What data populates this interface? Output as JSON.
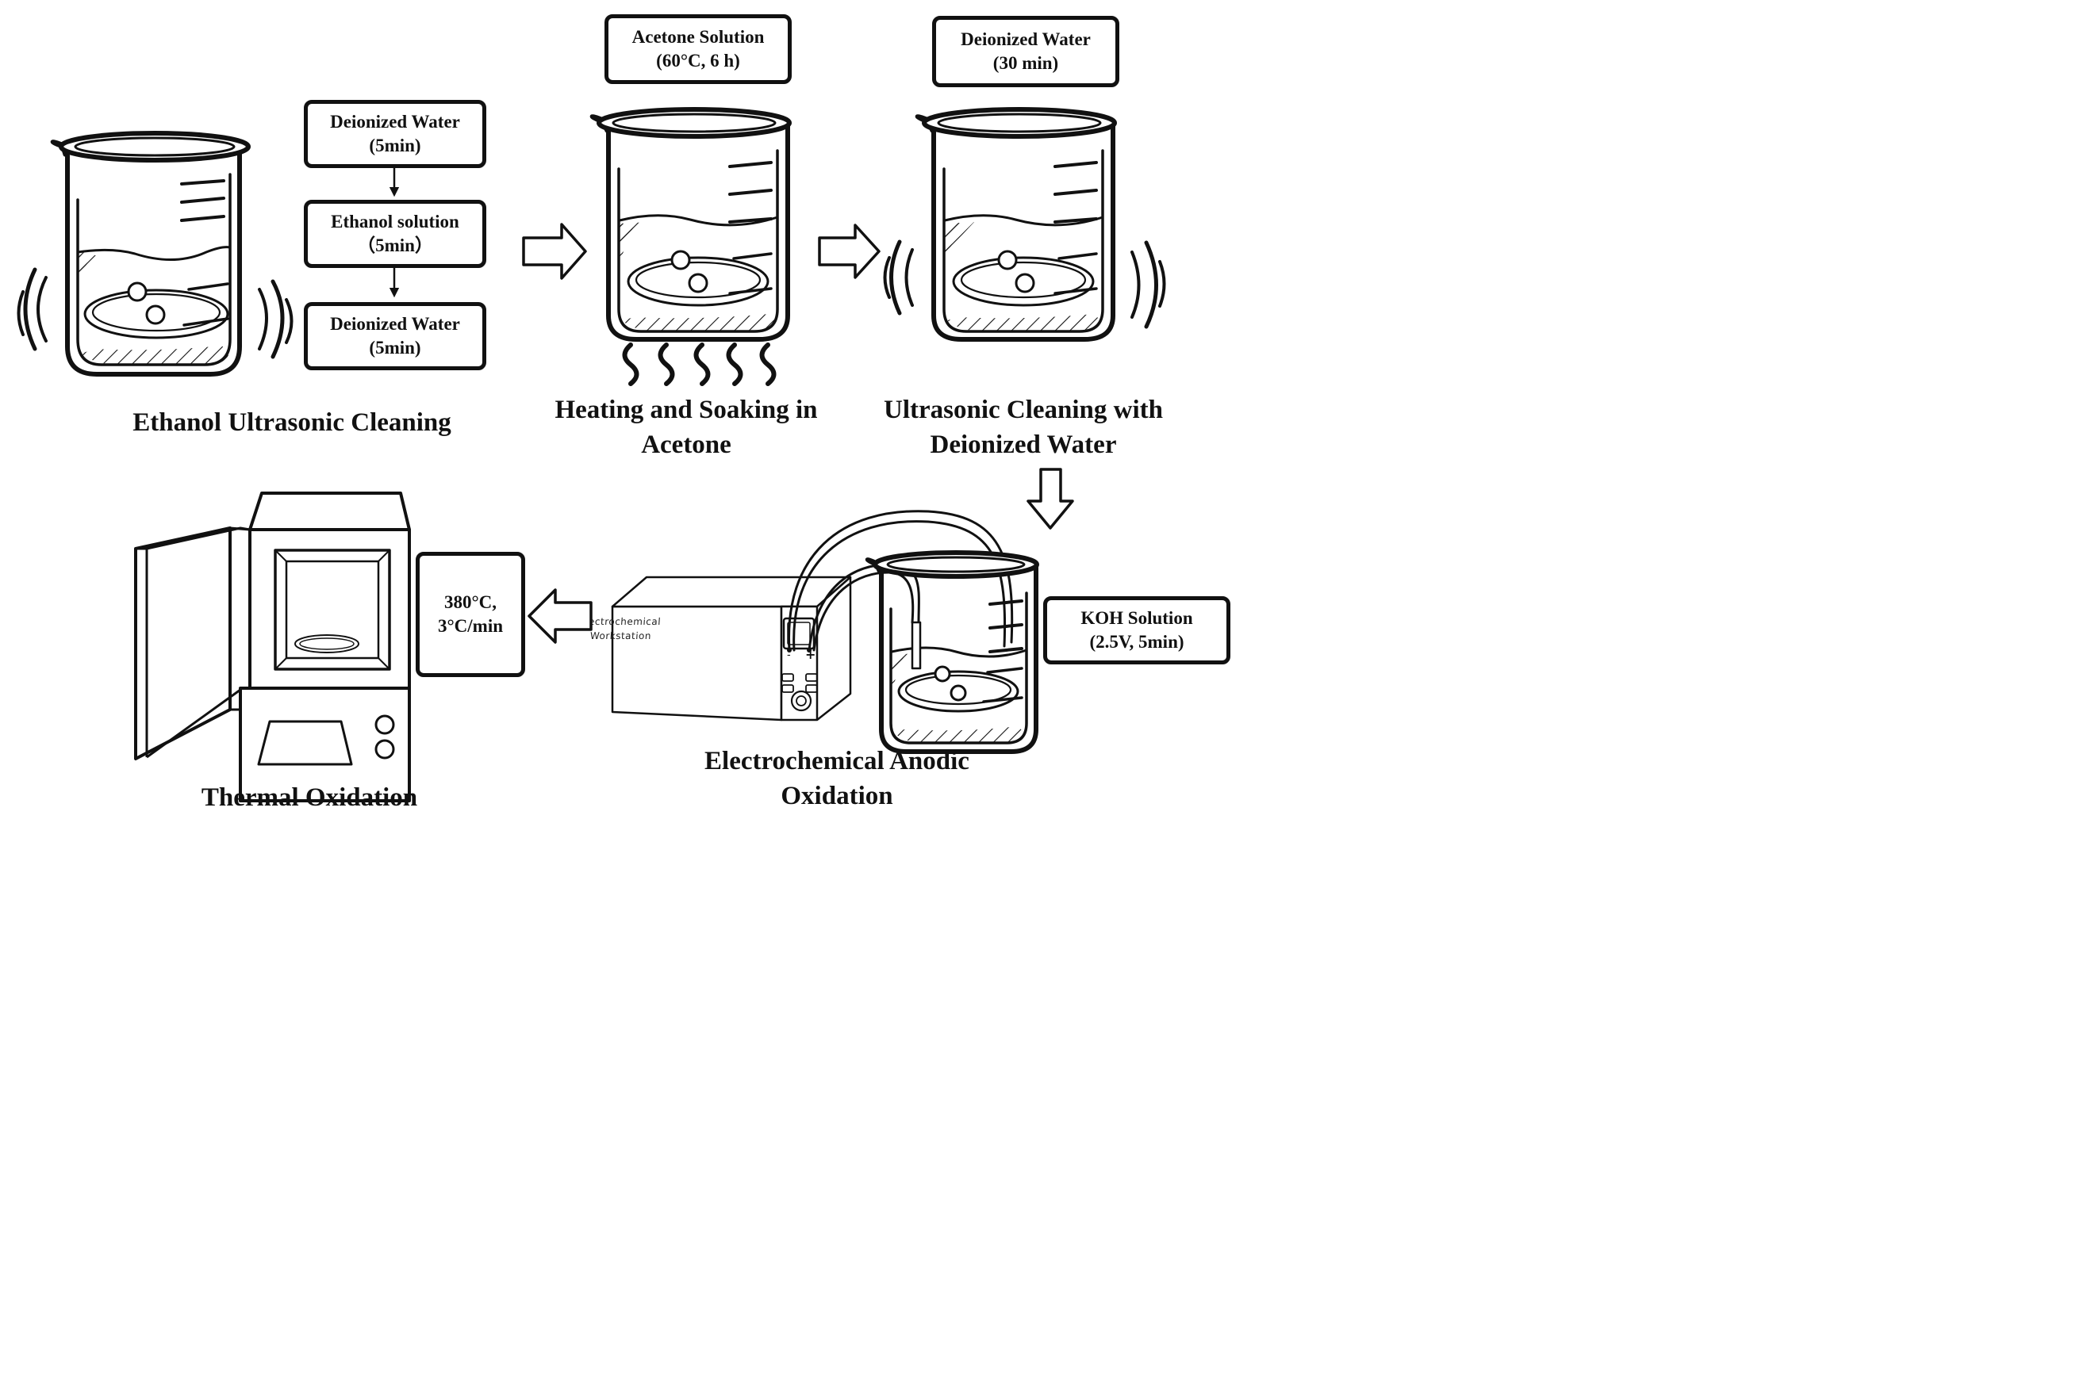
{
  "steps": {
    "ethanol": {
      "caption": "Ethanol Ultrasonic Cleaning",
      "substeps": [
        {
          "line1": "Deionized Water",
          "line2": "(5min)"
        },
        {
          "line1": "Ethanol solution",
          "line2": "（5min）"
        },
        {
          "line1": "Deionized Water",
          "line2": "(5min)"
        }
      ]
    },
    "acetone": {
      "caption_line1": "Heating and Soaking in",
      "caption_line2": "Acetone",
      "box_line1": "Acetone Solution",
      "box_line2": "(60°C, 6 h)"
    },
    "dwater": {
      "caption_line1": "Ultrasonic Cleaning with",
      "caption_line2": "Deionized Water",
      "box_line1": "Deionized Water",
      "box_line2": "(30 min)"
    },
    "anodic": {
      "caption_line1": "Electrochemical Anodic",
      "caption_line2": "Oxidation",
      "box_line1": "KOH Solution",
      "box_line2": "(2.5V, 5min)",
      "workstation_line1": "Electrochemical",
      "workstation_line2": "Workstation",
      "terminal_minus": "-",
      "terminal_plus": "+"
    },
    "thermal": {
      "caption": "Thermal Oxidation",
      "box_line1": "380°C,",
      "box_line2": "3°C/min"
    }
  },
  "icons": {
    "beaker": "beaker-icon",
    "sound_waves": "sound-waves-icon",
    "heat": "heat-waves-icon",
    "flow_arrow": "hollow-arrow-icon",
    "workstation": "electrochemical-workstation-icon",
    "furnace": "furnace-icon"
  },
  "colors": {
    "line": "#111111",
    "background": "#ffffff"
  }
}
